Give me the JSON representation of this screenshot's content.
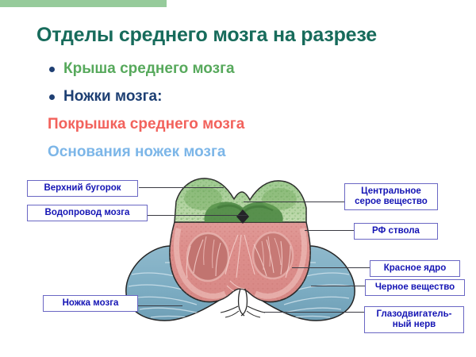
{
  "slide": {
    "title": "Отделы среднего мозга на разрезе",
    "accent_bar_color": "#96cb9b",
    "title_color": "#176b5b"
  },
  "bullets": [
    {
      "label": "Крыша среднего мозга",
      "color": "#57a95c",
      "has_bullet": true
    },
    {
      "label": "Ножки мозга:",
      "color": "#1d3f73",
      "has_bullet": true
    },
    {
      "label": "Покрышка среднего мозга",
      "color": "#f2625c",
      "has_bullet": false
    },
    {
      "label": "Основания ножек мозга",
      "color": "#7cb6e8",
      "has_bullet": false
    }
  ],
  "callouts": [
    {
      "id": "superior-colliculus",
      "label": "Верхний бугорок"
    },
    {
      "id": "cerebral-aqueduct",
      "label": "Водопровод мозга"
    },
    {
      "id": "central-gray-matter",
      "label": "Центральное серое вещество"
    },
    {
      "id": "reticular-formation",
      "label": "РФ ствола"
    },
    {
      "id": "red-nucleus",
      "label": "Красное ядро"
    },
    {
      "id": "substantia-nigra",
      "label": "Черное вещество"
    },
    {
      "id": "oculomotor-nerve",
      "label": "Глазодвигатель-ный нерв"
    },
    {
      "id": "crus-cerebri",
      "label": "Ножка мозга"
    }
  ],
  "figure": {
    "name": "midbrain-cross-section",
    "regions": [
      {
        "id": "tectum",
        "label_ru": "Крыша среднего мозга",
        "color": "#a8cd92"
      },
      {
        "id": "central-gray",
        "label_ru": "Центральное серое вещество",
        "color": "#4f8a45"
      },
      {
        "id": "tegmentum",
        "label_ru": "Покрышка среднего мозга",
        "color": "#dd8a88"
      },
      {
        "id": "crus-cerebri",
        "label_ru": "Основания ножек мозга",
        "color": "#7fadc2"
      },
      {
        "id": "aqueduct",
        "label_ru": "Водопровод мозга",
        "color": "#2b2b2b"
      }
    ]
  }
}
